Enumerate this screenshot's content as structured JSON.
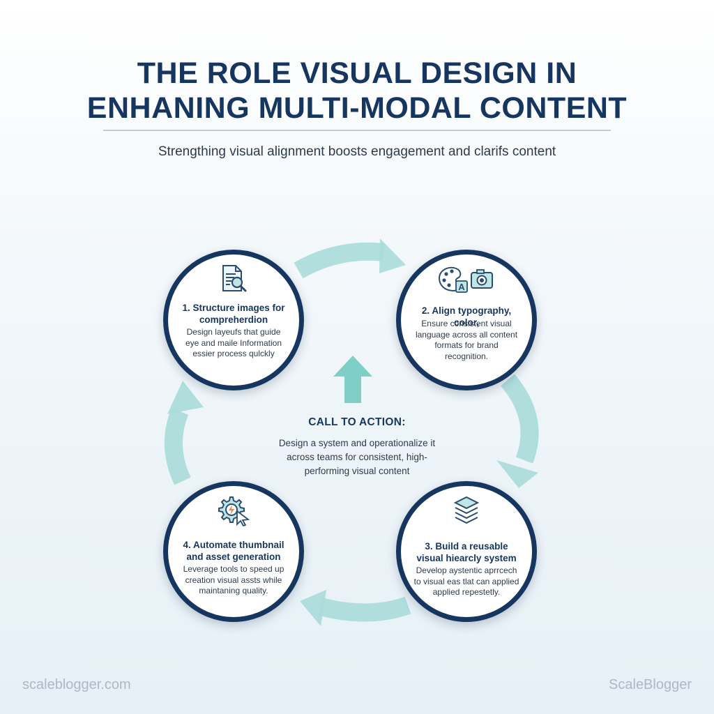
{
  "header": {
    "title_line1": "THE ROLE VISUAL DESIGN IN",
    "title_line2": "ENHANING MULTI-MODAL CONTENT",
    "subtitle": "Strengthing visual alignment boosts engagement and clarifs content"
  },
  "steps": [
    {
      "title": "1. Structure images for compreherdion",
      "description": "Design layeufs that guide eye and maile Information essier process qulckly",
      "icon": "document-magnifier-icon"
    },
    {
      "title": "2. Align typography, color,",
      "description": "Ensure consistent visual language across all content formats for brand recognition.",
      "icon": "palette-font-camera-icon"
    },
    {
      "title": "3. Build a reusable visual hiearcly system",
      "description": "Develop aystentic aprrcech to visual eas tlat can applied applied repestetly.",
      "icon": "layers-stack-icon"
    },
    {
      "title": "4. Automate thumbnail and asset generation",
      "description": "Leverage tools to speed up creation visual assts while maintaning quality.",
      "icon": "gear-cursor-icon"
    }
  ],
  "cta": {
    "label": "CALL TO ACTION:",
    "text": "Design a system and operationalize it across teams for consistent, high-performing visual content"
  },
  "footer": {
    "left": "scaleblogger.com",
    "right": "ScaleBlogger"
  },
  "colors": {
    "navy": "#16365f",
    "teal_arrow": "#a8dcd9",
    "cta_arrow": "#7fcfc6"
  }
}
